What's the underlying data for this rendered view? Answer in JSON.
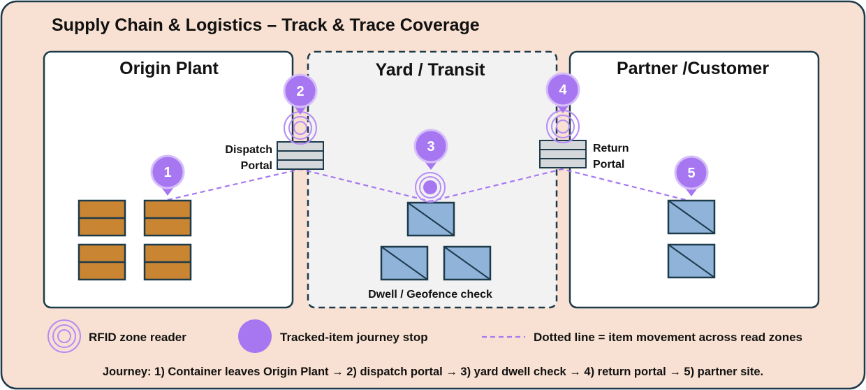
{
  "title": "Supply Chain & Logistics – Track & Trace Coverage",
  "zones": {
    "origin": "Origin Plant",
    "yard": "Yard / Transit",
    "partner": "Partner /Customer"
  },
  "portals": {
    "dispatch_line1": "Dispatch",
    "dispatch_line2": "Portal",
    "return_line1": "Return",
    "return_line2": "Portal"
  },
  "dwell_label": "Dwell / Geofence check",
  "stops": [
    "1",
    "2",
    "3",
    "4",
    "5"
  ],
  "legend": {
    "rfid": "RFID zone reader",
    "stop": "Tracked-item journey stop",
    "line": "Dotted line = item movement across read zones"
  },
  "journey": "Journey: 1) Container leaves Origin Plant → 2) dispatch portal → 3) yard dwell check → 4) return portal → 5) partner site.",
  "colors": {
    "background": "#f8e1d2",
    "frame": "#1d3a4a",
    "yard_fill": "#f2f2f2",
    "pin": "#a777f2",
    "pin_ring": "#c9a6f7",
    "crate_fill": "#c98532",
    "container_fill": "#8fb3d9",
    "portal_fill": "#d4d8db"
  }
}
